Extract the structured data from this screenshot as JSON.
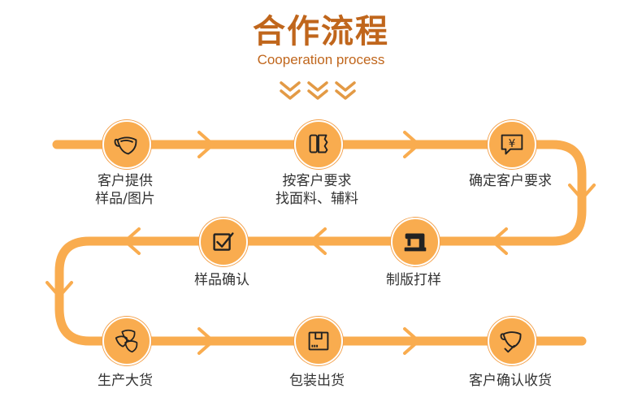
{
  "header": {
    "title": "合作流程",
    "subtitle": "Cooperation process"
  },
  "colors": {
    "accent": "#f9ac4f",
    "title": "#c0661c",
    "text": "#333333"
  },
  "steps": [
    {
      "icon": "face-mask-icon",
      "line1": "客户提供",
      "line2": "样品/图片"
    },
    {
      "icon": "fabric-swatch-icon",
      "line1": "按客户要求",
      "line2": "找面料、辅料"
    },
    {
      "icon": "price-chat-icon",
      "line1": "确定客户要求",
      "line2": ""
    },
    {
      "icon": "sewing-machine-icon",
      "line1": "制版打样",
      "line2": ""
    },
    {
      "icon": "checkbox-icon",
      "line1": "样品确认",
      "line2": ""
    },
    {
      "icon": "face-masks-stack-icon",
      "line1": "生产大货",
      "line2": ""
    },
    {
      "icon": "package-box-icon",
      "line1": "包装出货",
      "line2": ""
    },
    {
      "icon": "mask-check-icon",
      "line1": "客户确认收货",
      "line2": ""
    }
  ]
}
